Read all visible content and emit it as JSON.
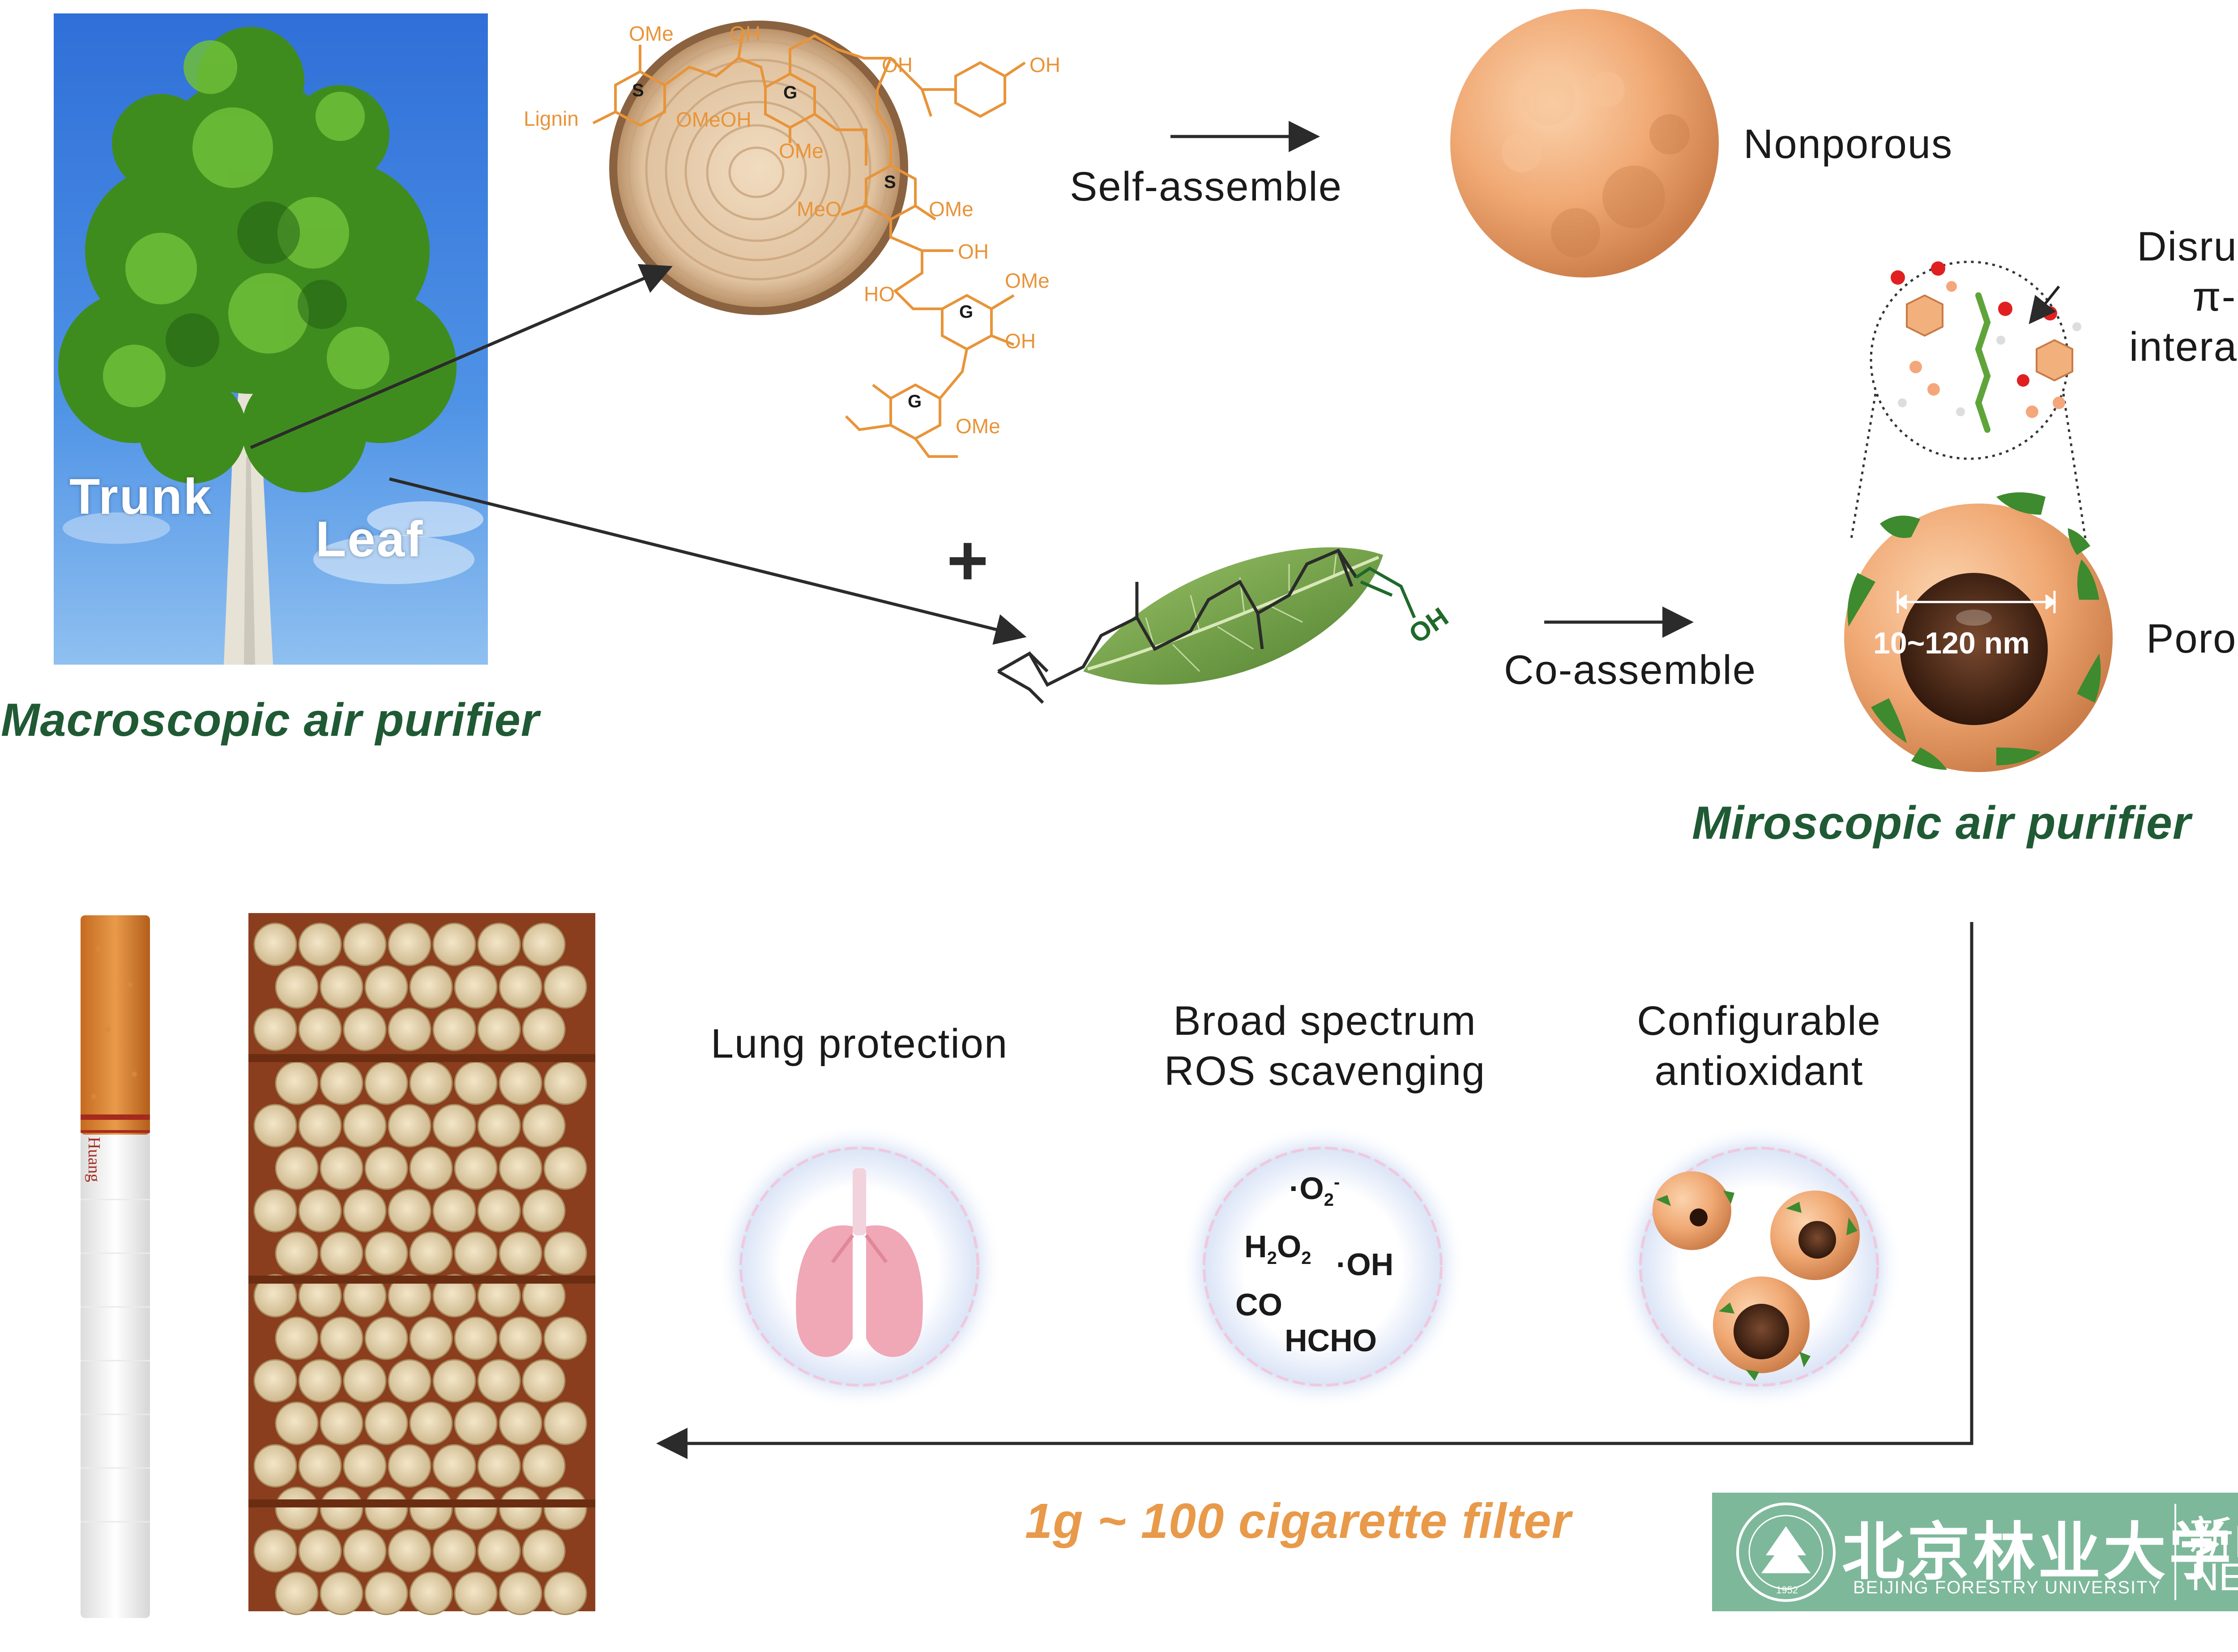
{
  "tree_panel": {
    "trunk_label": "Trunk",
    "leaf_label": "Leaf",
    "caption": "Macroscopic air purifier"
  },
  "lignin": {
    "label": "Lignin",
    "groups": {
      "ome_1": "OMe",
      "oh_1": "OH",
      "oh_2": "OH",
      "oh_3": "OH",
      "ring_s1": "S",
      "ring_g1": "G",
      "ome_oh": "OMeOH",
      "ome_2": "OMe",
      "ring_s2": "S",
      "ome_3": "OMe",
      "meo": "MeO",
      "oh_4": "OH",
      "ho": "HO",
      "ome_4": "OMe",
      "ring_g2": "G",
      "oh_5": "OH",
      "ring_g3": "G",
      "ome_5": "OMe"
    }
  },
  "self_assemble": {
    "label": "Self-assemble",
    "result": "Nonporous"
  },
  "plus_sign": "+",
  "co_assemble": {
    "label": "Co-assemble",
    "oh": "OH",
    "result": "Porous",
    "pore_size": "10~120 nm",
    "interaction_label": [
      "Disrupted",
      "π-π",
      "interaction"
    ],
    "caption": "Miroscopic air purifier"
  },
  "applications": {
    "lung": "Lung protection",
    "ros_line1": "Broad spectrum",
    "ros_line2": "ROS scavenging",
    "antiox_line1": "Configurable",
    "antiox_line2": "antioxidant",
    "species": {
      "o2": "·O",
      "o2_sub": "2",
      "o2_sup": "-",
      "h2o2_h": "H",
      "h2o2_sub1": "2",
      "h2o2_o": "O",
      "h2o2_sub2": "2",
      "oh": "·OH",
      "co": "CO",
      "hcho": "HCHO"
    }
  },
  "filter_caption": "1g ~ 100 cigarette filter",
  "cigarette_brand": "Huang",
  "logo": {
    "university_cn": "北京林业大学",
    "university_en": "BEIJING FORESTRY UNIVERSITY",
    "news_cn": "新闻",
    "news_en": "NEWS",
    "year": "1952"
  },
  "colors": {
    "lignin_orange": "#e8943a",
    "caption_green": "#1f5a34",
    "filter_orange": "#e89a4a",
    "sphere": "#f2b07c",
    "leaf_green": "#5b8a3a",
    "logo_bg": "#7db89a"
  }
}
